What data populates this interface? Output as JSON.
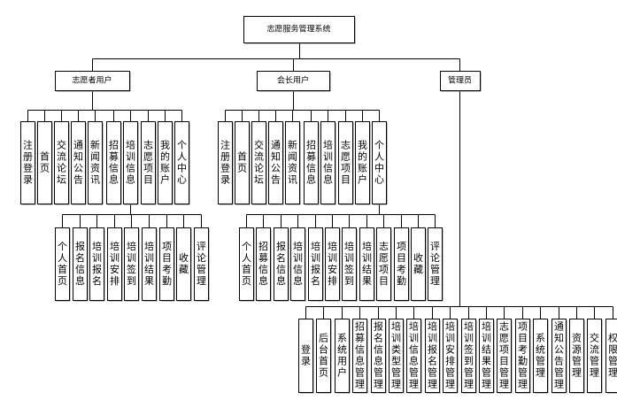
{
  "diagram": {
    "type": "hierarchy",
    "root": {
      "label": "志愿服务管理系统",
      "children": [
        {
          "label": "志愿者用户",
          "children": [
            {
              "label": "注册登录"
            },
            {
              "label": "首页"
            },
            {
              "label": "交流论坛"
            },
            {
              "label": "通知公告"
            },
            {
              "label": "新闻资讯"
            },
            {
              "label": "招募信息"
            },
            {
              "label": "培训信息",
              "children": [
                {
                  "label": "个人首页"
                },
                {
                  "label": "报名信息"
                },
                {
                  "label": "培训报名"
                },
                {
                  "label": "培训安排"
                },
                {
                  "label": "培训签到"
                },
                {
                  "label": "培训结果"
                },
                {
                  "label": "项目考勤"
                },
                {
                  "label": "收藏"
                },
                {
                  "label": "评论管理"
                }
              ]
            },
            {
              "label": "志愿项目"
            },
            {
              "label": "我的账户"
            },
            {
              "label": "个人中心"
            }
          ]
        },
        {
          "label": "会长用户",
          "children": [
            {
              "label": "注册登录"
            },
            {
              "label": "首页"
            },
            {
              "label": "交流论坛"
            },
            {
              "label": "通知公告"
            },
            {
              "label": "新闻资讯"
            },
            {
              "label": "招募信息"
            },
            {
              "label": "培训信息"
            },
            {
              "label": "志愿项目"
            },
            {
              "label": "我的账户"
            },
            {
              "label": "个人中心",
              "children": [
                {
                  "label": "个人首页"
                },
                {
                  "label": "招募信息"
                },
                {
                  "label": "报名信息"
                },
                {
                  "label": "培训信息"
                },
                {
                  "label": "培训报名"
                },
                {
                  "label": "培训安排"
                },
                {
                  "label": "培训签到"
                },
                {
                  "label": "培训结果"
                },
                {
                  "label": "志愿项目"
                },
                {
                  "label": "项目考勤"
                },
                {
                  "label": "收藏"
                },
                {
                  "label": "评论管理"
                }
              ]
            }
          ]
        },
        {
          "label": "管理员",
          "children": [
            {
              "label": "登录"
            },
            {
              "label": "后台首页"
            },
            {
              "label": "系统用户"
            },
            {
              "label": "招募信息管理"
            },
            {
              "label": "报名信息管理"
            },
            {
              "label": "培训类型管理"
            },
            {
              "label": "培训信息管理"
            },
            {
              "label": "培训报名管理"
            },
            {
              "label": "培训安排管理"
            },
            {
              "label": "培训签到管理"
            },
            {
              "label": "培训结果管理"
            },
            {
              "label": "志愿项目管理"
            },
            {
              "label": "项目考勤管理"
            },
            {
              "label": "系统管理"
            },
            {
              "label": "通知公告管理"
            },
            {
              "label": "资源管理"
            },
            {
              "label": "交流管理"
            },
            {
              "label": "权限管理"
            }
          ]
        }
      ]
    }
  }
}
